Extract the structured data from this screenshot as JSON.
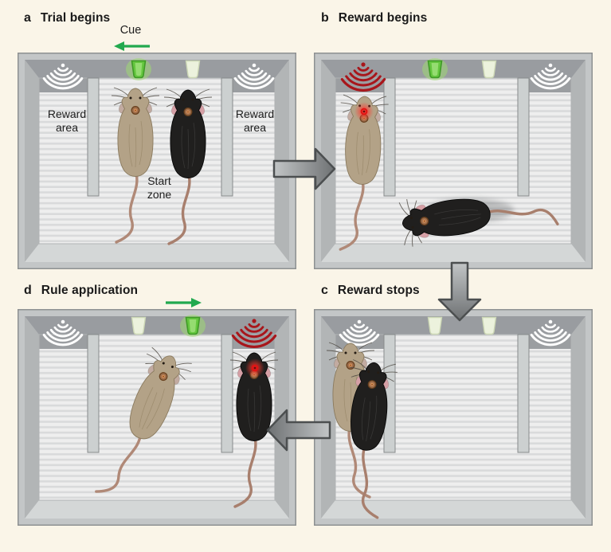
{
  "figure": {
    "background_color": "#faf5e8",
    "accent_green": "#22a94e",
    "reward_red": "#a8161b",
    "tan_rat_color": "#b3a287",
    "black_rat_color": "#201f1e",
    "panels": [
      {
        "label": "a",
        "title": "Trial begins",
        "cue_label": "Cue",
        "cue_arrow_direction": "left",
        "reward_area_left_label": "Reward\narea",
        "reward_area_right_label": "Reward\narea",
        "start_zone_label": "Start\nzone",
        "speakers": {
          "left": "inactive-white",
          "right": "inactive-white"
        },
        "cue_lights": {
          "left": "on-green",
          "right": "off-pale"
        },
        "mice": [
          {
            "coat": "tan",
            "location": "start zone",
            "stimulated": false
          },
          {
            "coat": "black",
            "location": "start zone",
            "stimulated": false
          }
        ]
      },
      {
        "label": "b",
        "title": "Reward begins",
        "speakers": {
          "left": "active-red",
          "right": "inactive-white"
        },
        "cue_lights": {
          "left": "on-green",
          "right": "off-pale"
        },
        "mice": [
          {
            "coat": "tan",
            "location": "left reward area",
            "stimulated": true
          },
          {
            "coat": "black",
            "location": "start zone, moving left",
            "stimulated": false
          }
        ]
      },
      {
        "label": "c",
        "title": "Reward stops",
        "speakers": {
          "left": "inactive-white",
          "right": "inactive-white"
        },
        "cue_lights": {
          "left": "off-pale",
          "right": "off-pale"
        },
        "mice": [
          {
            "coat": "tan",
            "location": "left reward area",
            "stimulated": false
          },
          {
            "coat": "black",
            "location": "left reward area",
            "stimulated": false
          }
        ]
      },
      {
        "label": "d",
        "title": "Rule application",
        "cue_arrow_direction": "right",
        "speakers": {
          "left": "inactive-white",
          "right": "active-red"
        },
        "cue_lights": {
          "left": "off-pale",
          "right": "on-green"
        },
        "mice": [
          {
            "coat": "tan",
            "location": "start zone, moving right",
            "stimulated": false
          },
          {
            "coat": "black",
            "location": "right reward area",
            "stimulated": true
          }
        ]
      }
    ],
    "flow_arrows": [
      {
        "from": "a",
        "to": "b",
        "direction": "right"
      },
      {
        "from": "b",
        "to": "c",
        "direction": "down"
      },
      {
        "from": "c",
        "to": "d",
        "direction": "left"
      }
    ],
    "icons": [
      "speaker-waves-icon",
      "reward-stimulation-glow",
      "cue-light-icon",
      "arrow-icon"
    ]
  }
}
